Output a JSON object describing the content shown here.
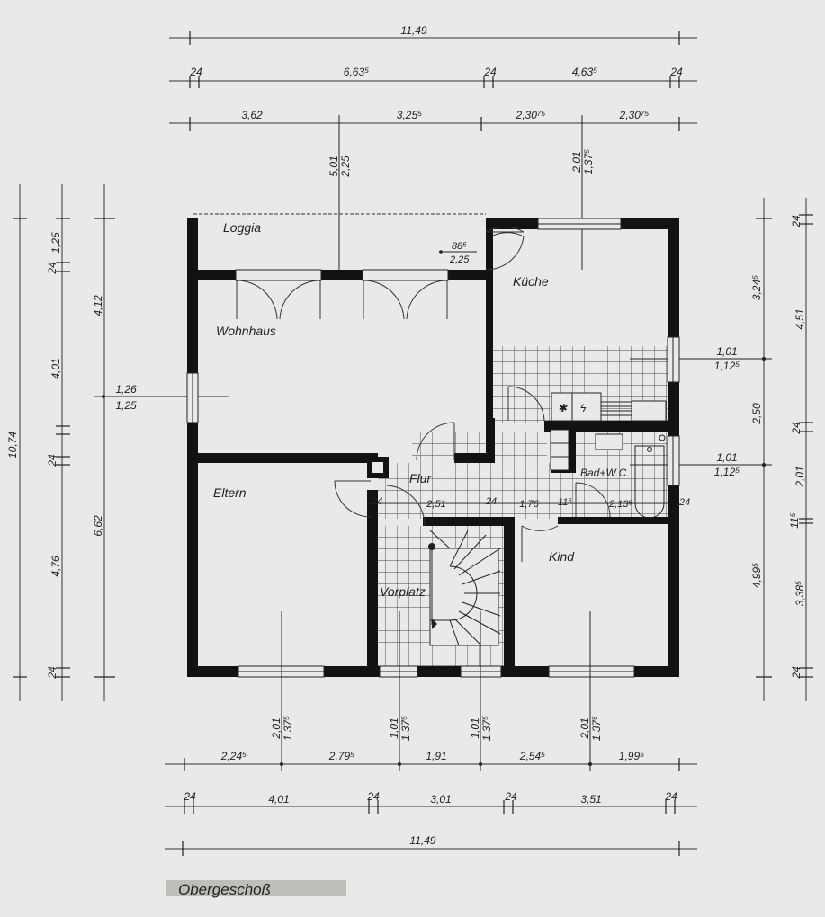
{
  "title": "Obergeschoß",
  "rooms": {
    "loggia": "Loggia",
    "wohnhaus": "Wohnhaus",
    "kueche": "Küche",
    "eltern": "Eltern",
    "flur": "Flur",
    "bad": "Bad+W.C.",
    "kind": "Kind",
    "vorplatz": "Vorplatz"
  },
  "top_dims": {
    "overall": "11,49",
    "row2": [
      "24",
      "6,63⁵",
      "24",
      "4,63⁵",
      "24"
    ],
    "row3": [
      "3,62",
      "3,25⁵",
      "2,30⁷⁵",
      "2,30⁷⁵"
    ],
    "opening_a": [
      "5,01",
      "2,25"
    ],
    "opening_b": [
      "2,01",
      "1,37⁵"
    ],
    "loggia_door": [
      "88⁵",
      "2,25"
    ]
  },
  "left_dims": {
    "overall": "10,74",
    "row2": [
      "1,25",
      "24",
      "4,01",
      "24",
      "4,76",
      "24"
    ],
    "row3": [
      "4,12",
      "6,62"
    ],
    "window": [
      "1,26",
      "1,25"
    ]
  },
  "right_dims": {
    "row1": [
      "3,24⁵",
      "2,50",
      "4,99⁵"
    ],
    "row2": [
      "24",
      "4,51",
      "24",
      "2,01",
      "11⁵",
      "3,38⁵",
      "24"
    ],
    "window_a": [
      "1,01",
      "1,12⁵"
    ],
    "window_b": [
      "1,01",
      "1,12⁵"
    ]
  },
  "interior_dims": [
    "24",
    "2,51",
    "24",
    "1,76",
    "11⁵",
    "2,13⁵",
    "24"
  ],
  "bottom_dims": {
    "windows": [
      [
        "2,01",
        "1,37⁵"
      ],
      [
        "1,01",
        "1,37⁵"
      ],
      [
        "1,01",
        "1,37⁵"
      ],
      [
        "2,01",
        "1,37⁵"
      ]
    ],
    "row1": [
      "2,24⁵",
      "2,79⁵",
      "1,91",
      "2,54⁵",
      "1,99⁵"
    ],
    "row2": [
      "24",
      "4,01",
      "24",
      "3,01",
      "24",
      "3,51",
      "24"
    ],
    "overall": "11,49"
  }
}
